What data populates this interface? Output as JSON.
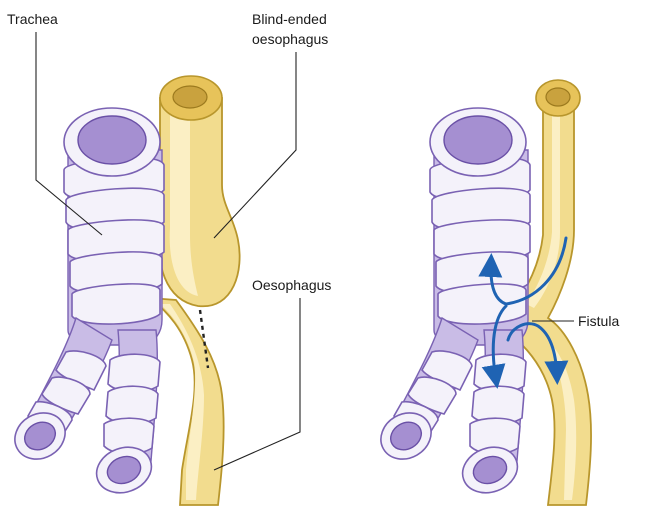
{
  "labels": {
    "trachea": "Trachea",
    "blind_line1": "Blind-ended",
    "blind_line2": "oesophagus",
    "oesophagus": "Oesophagus",
    "fistula": "Fistula"
  },
  "colors": {
    "tracheal_cartilage": "#7a62b3",
    "tracheal_lumen": "#a58fd1",
    "oesophagus_fill": "#f2dc8e",
    "oesophagus_outline": "#b8962c",
    "flow_arrows": "#1f63b3"
  }
}
